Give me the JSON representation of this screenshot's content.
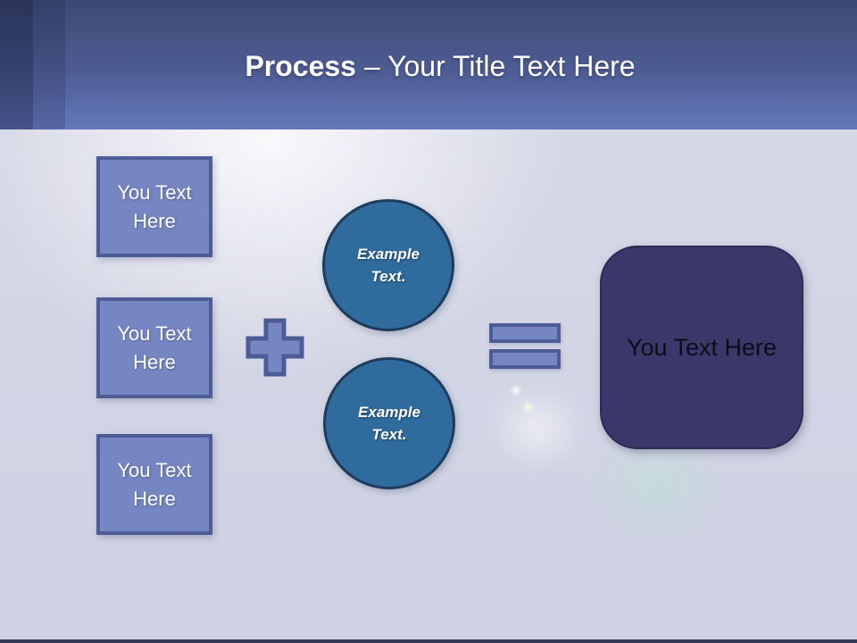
{
  "header": {
    "title_bold": "Process",
    "title_rest": "– Your Title Text Here"
  },
  "diagram": {
    "input_boxes": [
      {
        "label": "You Text Here"
      },
      {
        "label": "You Text Here"
      },
      {
        "label": "You Text Here"
      }
    ],
    "operators": [
      {
        "icon": "plus-icon"
      },
      {
        "icon": "equals-icon"
      }
    ],
    "circles": [
      {
        "label": "Example Text."
      },
      {
        "label": "Example Text."
      }
    ],
    "result_box": {
      "label": "You Text Here"
    }
  },
  "colors": {
    "header_gradient_top": "#3d4974",
    "header_gradient_bottom": "#6478bb",
    "accent_fill": "#7586c2",
    "accent_border": "#4d5c96",
    "circle_fill": "#306b9d",
    "circle_border": "#1e3c5c",
    "result_fill": "#3a376a",
    "body_background": "#d2d5e4",
    "title_text": "#ffffff"
  }
}
